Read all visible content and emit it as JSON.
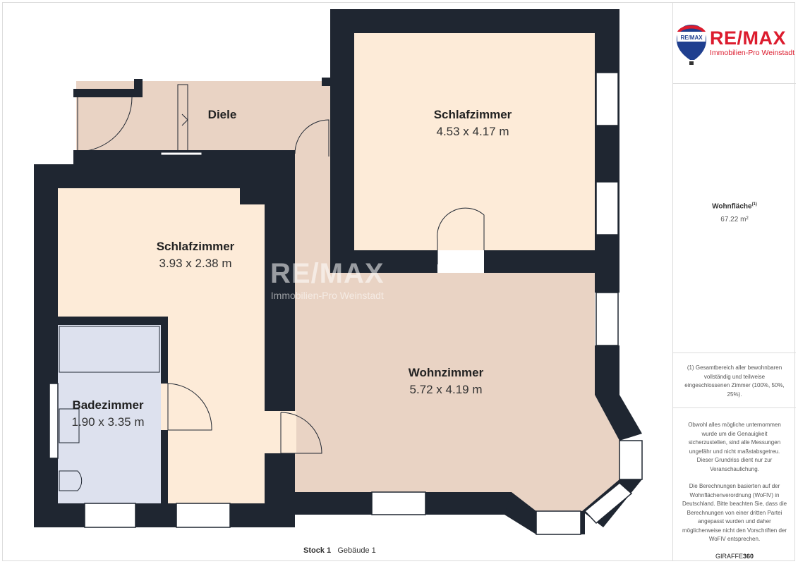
{
  "brand": {
    "name": "RE/MAX",
    "subtitle": "Immobilien-Pro Weinstadt",
    "balloon_text": "RE/MAX",
    "color": "#dc1c2e"
  },
  "watermark": {
    "name": "RE/MAX",
    "subtitle": "Immobilien-Pro Weinstadt"
  },
  "rooms": [
    {
      "name": "Diele",
      "dims": ""
    },
    {
      "name": "Schlafzimmer",
      "dims": "4.53 x 4.17 m"
    },
    {
      "name": "Schlafzimmer",
      "dims": "3.93 x 2.38 m"
    },
    {
      "name": "Badezimmer",
      "dims": "1.90 x 3.35 m"
    },
    {
      "name": "Wohnzimmer",
      "dims": "5.72 x 4.19 m"
    }
  ],
  "footer": {
    "floor": "Stock 1",
    "building": "Gebäude 1"
  },
  "sidebar": {
    "area_label": "Wohnfläche",
    "area_sup": "(1)",
    "area_value": "67.22 m²",
    "footnote": "(1) Gesamtbereich aller bewohnbaren vollständig und teilweise eingeschlossenen Zimmer (100%, 50%, 25%).",
    "disclaimer1": "Obwohl alles mögliche unternommen wurde um die Genauigkeit sicherzustellen, sind alle Messungen ungefähr und nicht maßstabsgetreu. Dieser Grundriss dient nur zur Veranschaulichung.",
    "disclaimer2": "Die Berechnungen basierten auf der Wohnflächenverordnung (WoFlV) in Deutschland. Bitte beachten Sie, dass die Berechnungen von einer dritten Partei angepasst wurden und daher möglicherweise nicht den Vorschriften der WoFlV entsprechen.",
    "provider_a": "GIRAFFE",
    "provider_b": "360"
  },
  "colors": {
    "wall": "#1f2631",
    "bedroom": "#fdebd8",
    "living": "#e9d3c4",
    "bath": "#dde1ee"
  }
}
